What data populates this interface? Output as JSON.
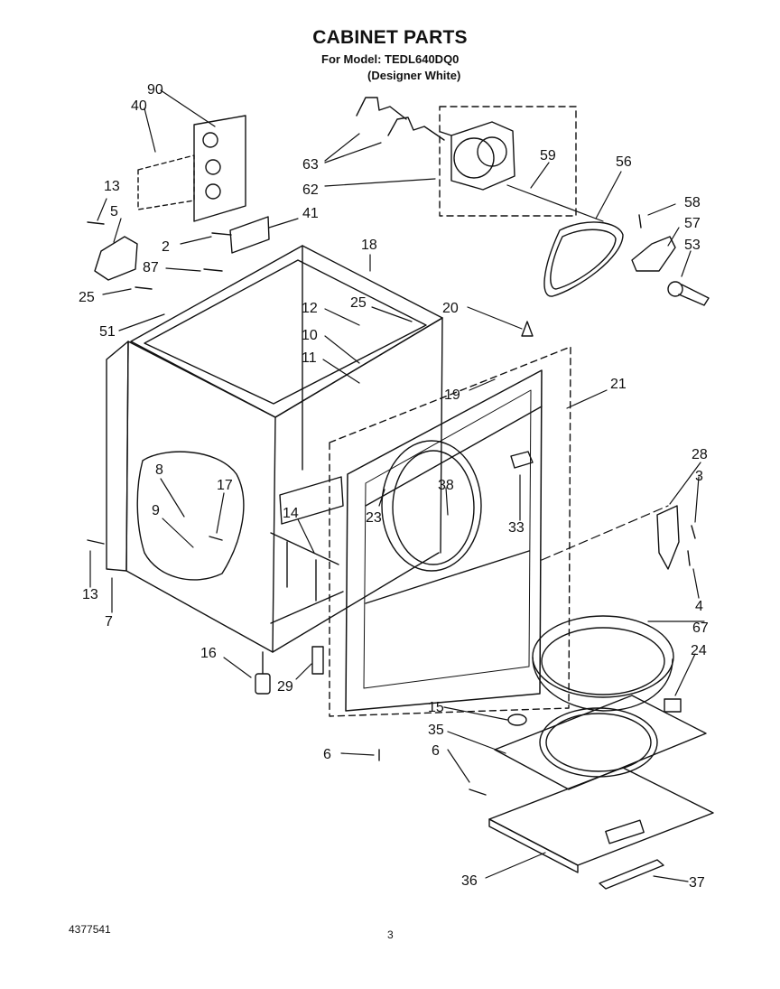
{
  "header": {
    "title": "CABINET PARTS",
    "model_line": "For Model: TEDL640DQ0",
    "color_line": "(Designer White)"
  },
  "footer": {
    "document_number": "4377541",
    "page_number": "3"
  },
  "callouts": [
    "90",
    "40",
    "13",
    "5",
    "2",
    "41",
    "87",
    "25",
    "51",
    "63",
    "62",
    "59",
    "56",
    "58",
    "57",
    "53",
    "18",
    "12",
    "25",
    "10",
    "11",
    "20",
    "19",
    "21",
    "28",
    "3",
    "4",
    "8",
    "17",
    "9",
    "13",
    "7",
    "14",
    "38",
    "23",
    "33",
    "16",
    "29",
    "67",
    "24",
    "15",
    "35",
    "6",
    "6",
    "36",
    "37"
  ],
  "colors": {
    "line": "#111111",
    "background": "#ffffff"
  }
}
